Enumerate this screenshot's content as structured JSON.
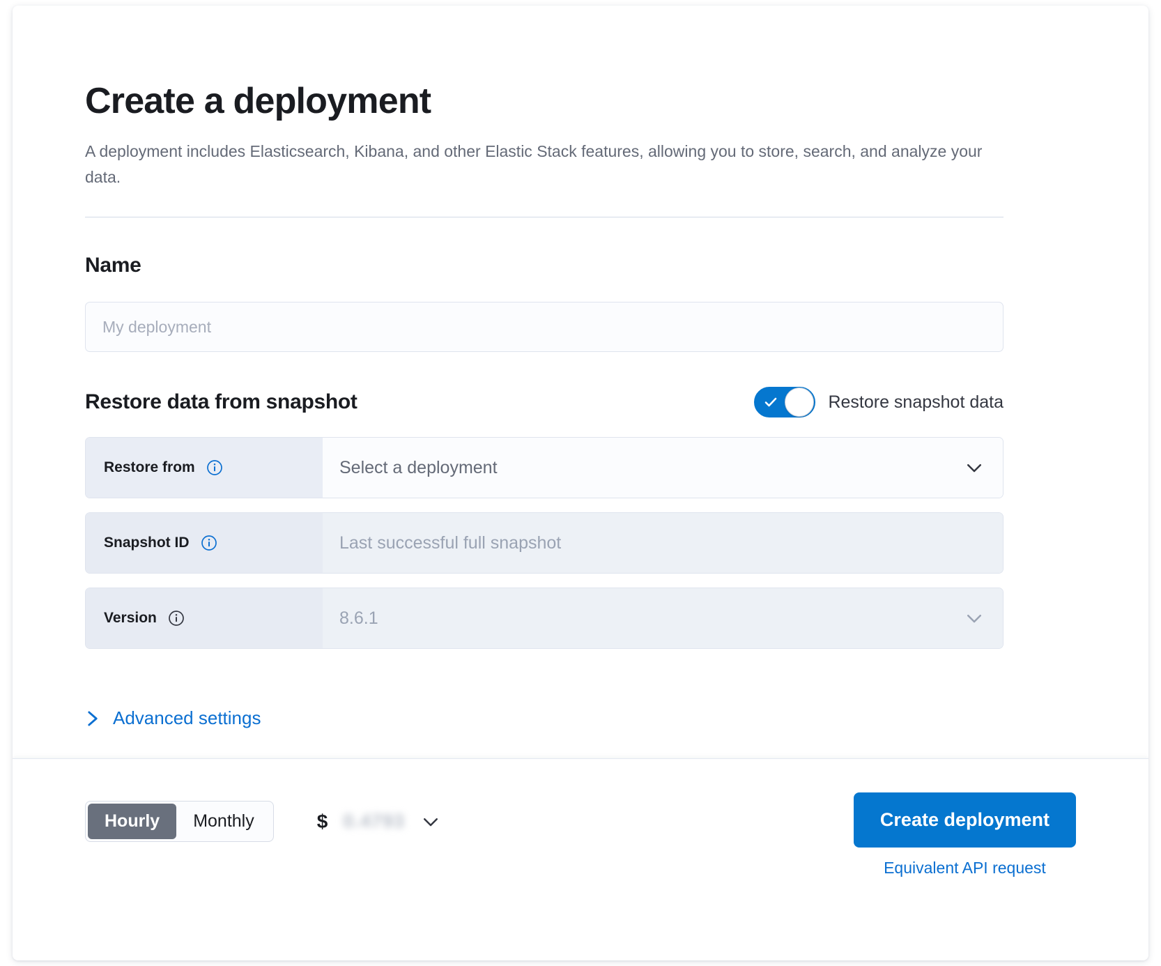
{
  "header": {
    "title": "Create a deployment",
    "subtitle": "A deployment includes Elasticsearch, Kibana, and other Elastic Stack features, allowing you to store, search, and analyze your data."
  },
  "name_section": {
    "heading": "Name",
    "input_value": "",
    "input_placeholder": "My deployment"
  },
  "restore_section": {
    "heading": "Restore data from snapshot",
    "toggle": {
      "label": "Restore snapshot data",
      "enabled": true,
      "on_color": "#0577cf",
      "icon": "check-icon"
    },
    "rows": [
      {
        "label": "Restore from",
        "info_icon": "info-icon",
        "value": "Select a deployment",
        "control": "dropdown",
        "chevron_icon": "chevron-down-icon",
        "disabled": false
      },
      {
        "label": "Snapshot ID",
        "info_icon": "info-icon",
        "value": "Last successful full snapshot",
        "control": "text",
        "chevron_icon": "",
        "disabled": true
      },
      {
        "label": "Version",
        "info_icon": "info-icon",
        "value": "8.6.1",
        "control": "dropdown",
        "chevron_icon": "chevron-down-icon",
        "disabled": true
      }
    ]
  },
  "advanced_settings": {
    "label": "Advanced settings",
    "icon": "chevron-right-icon",
    "expanded": false
  },
  "bottom_bar": {
    "billing_toggle": {
      "options": [
        "Hourly",
        "Monthly"
      ],
      "selected": "Hourly"
    },
    "price": {
      "currency": "$",
      "amount": "0.4793",
      "redacted": true,
      "chevron_icon": "chevron-down-icon"
    },
    "primary_button": "Create deployment",
    "api_link": "Equivalent API request"
  },
  "colors": {
    "accent": "#0577cf",
    "link": "#0b6fd1",
    "text": "#1a1c21",
    "muted": "#646a77",
    "field_bg": "#fbfcfe",
    "label_bg": "#e9edf5",
    "disabled_bg": "#edf1f6",
    "border": "#dfe4ee",
    "segment_active": "#69707d"
  }
}
